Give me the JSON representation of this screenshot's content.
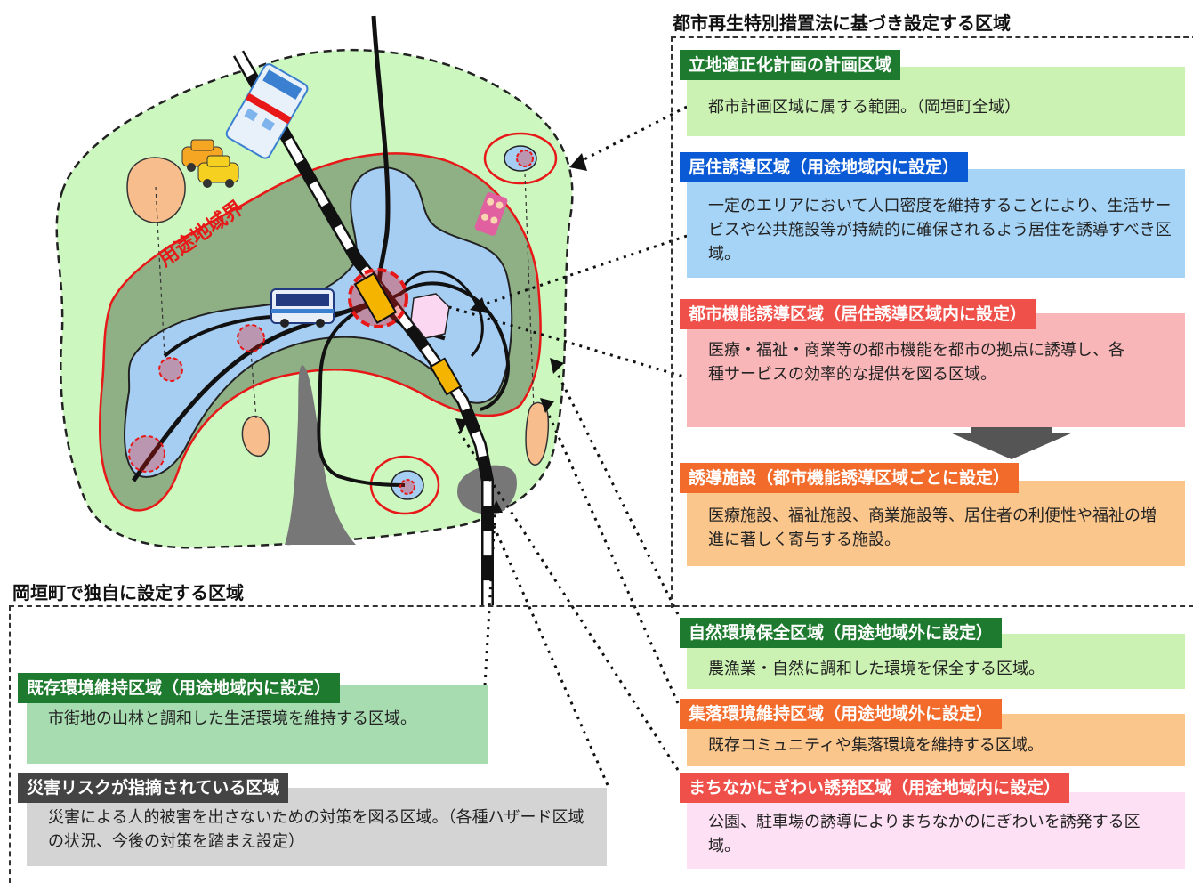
{
  "headings": {
    "urban_renewal": "都市再生特別措置法に基づき設定する区域",
    "local": "岡垣町で独自に設定する区域"
  },
  "map_labels": {
    "use_zone_boundary": "用途地域界"
  },
  "zones_right": [
    {
      "title": "立地適正化計画の計画区域",
      "desc": "都市計画区域に属する範囲。（岡垣町全域）",
      "tag_color": "#1e7a2e",
      "bg_color": "#ccf2b3"
    },
    {
      "title": "居住誘導区域（用途地域内に設定）",
      "desc": "一定のエリアにおいて人口密度を維持することにより、生活サービスや公共施設等が持続的に確保されるよう居住を誘導すべき区域。",
      "tag_color": "#0a5ad6",
      "bg_color": "#a6d4f7"
    },
    {
      "title": "都市機能誘導区域（居住誘導区域内に設定）",
      "desc": "医療・福祉・商業等の都市機能を都市の拠点に誘導し、各種サービスの効率的な提供を図る区域。",
      "tag_color": "#f0504a",
      "bg_color": "#f9b6b8"
    },
    {
      "title": "誘導施設（都市機能誘導区域ごとに設定）",
      "desc": "医療施設、福祉施設、商業施設等、居住者の利便性や福祉の増進に著しく寄与する施設。",
      "tag_color": "#f26b2a",
      "bg_color": "#fbc68c"
    },
    {
      "title": "自然環境保全区域（用途地域外に設定）",
      "desc": "農漁業・自然に調和した環境を保全する区域。",
      "tag_color": "#1e7a2e",
      "bg_color": "#ccf2b3"
    },
    {
      "title": "集落環境維持区域（用途地域外に設定）",
      "desc": "既存コミュニティや集落環境を維持する区域。",
      "tag_color": "#f26b2a",
      "bg_color": "#fbc68c"
    },
    {
      "title": "まちなかにぎわい誘発区域（用途地域内に設定）",
      "desc": "公園、駐車場の誘導によりまちなかのにぎわいを誘発する区域。",
      "tag_color": "#f0504a",
      "bg_color": "#fde0f4"
    }
  ],
  "zones_left": [
    {
      "title": "既存環境維持区域（用途地域内に設定）",
      "desc": "市街地の山林と調和した生活環境を維持する区域。",
      "tag_color": "#1e7a2e",
      "bg_color": "#a7dcb0"
    },
    {
      "title": "災害リスクが指摘されている区域",
      "desc": "災害による人的被害を出さないための対策を図る区域。（各種ハザード区域の状況、今後の対策を踏まえ設定）",
      "tag_color": "#444444",
      "bg_color": "#d4d4d4"
    }
  ],
  "colors": {
    "planning_area": "#ccf7bf",
    "use_zone": "#8fb085",
    "residential": "#a6cdf2",
    "boundary_red": "#e81818",
    "disaster": "#777777",
    "settlement": "#f7bd8c",
    "lively_zone": "#fcd7f1"
  },
  "icons": [
    "train-icon",
    "taxi-icon",
    "bus-icon",
    "people-icon",
    "arrow-down-icon"
  ]
}
